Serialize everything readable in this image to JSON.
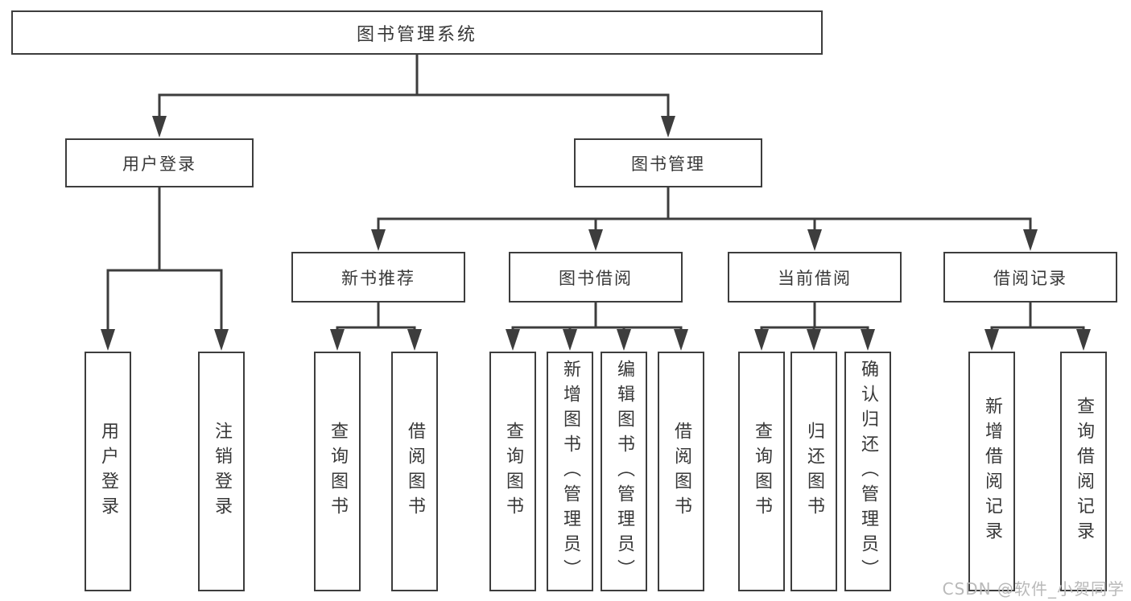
{
  "colors": {
    "line": "#3d3d3d",
    "text": "#383838",
    "watermark": "#b9b9b9",
    "bg": "#ffffff"
  },
  "diagram": {
    "type": "tree",
    "root": {
      "label": "图书管理系统"
    },
    "level2": [
      {
        "label": "用户登录"
      },
      {
        "label": "图书管理"
      }
    ],
    "level3": [
      {
        "label": "新书推荐"
      },
      {
        "label": "图书借阅"
      },
      {
        "label": "当前借阅"
      },
      {
        "label": "借阅记录"
      }
    ],
    "leaves": {
      "login": [
        {
          "label": "用户登录"
        },
        {
          "label": "注销登录"
        }
      ],
      "recommend": [
        {
          "label": "查询图书"
        },
        {
          "label": "借阅图书"
        }
      ],
      "borrow": [
        {
          "label": "查询图书"
        },
        {
          "label": "新增图书（管理员）"
        },
        {
          "label": "编辑图书（管理员）"
        },
        {
          "label": "借阅图书"
        }
      ],
      "current": [
        {
          "label": "查询图书"
        },
        {
          "label": "归还图书"
        },
        {
          "label": "确认归还（管理员）"
        }
      ],
      "records": [
        {
          "label": "新增借阅记录"
        },
        {
          "label": "查询借阅记录"
        }
      ]
    }
  },
  "watermark": {
    "text": "CSDN @软件_小贺同学"
  }
}
